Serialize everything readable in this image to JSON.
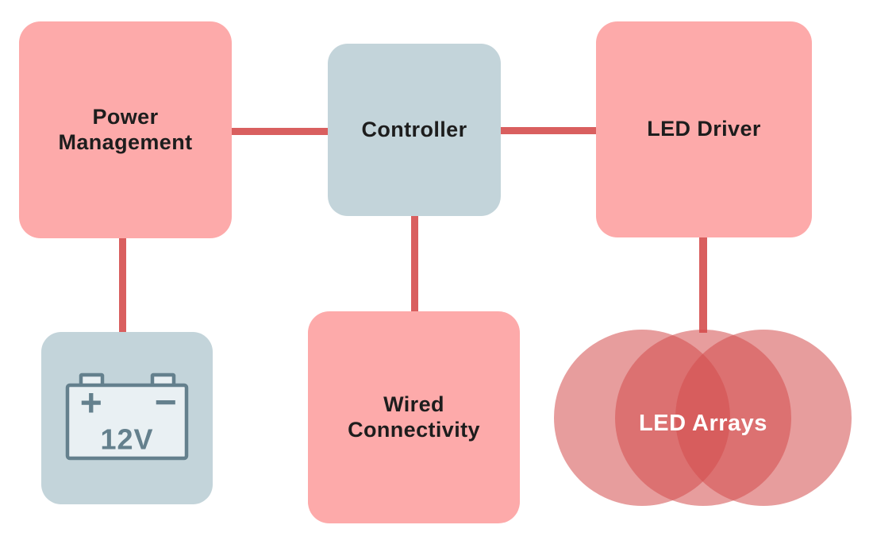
{
  "diagram": {
    "nodes": {
      "power_management": {
        "label": "Power Management",
        "shape": "rounded-square",
        "fill": "pink"
      },
      "controller": {
        "label": "Controller",
        "shape": "rounded-square",
        "fill": "blue-gray"
      },
      "led_driver": {
        "label": "LED Driver",
        "shape": "rounded-square",
        "fill": "pink"
      },
      "battery": {
        "voltage": "12V",
        "plus_symbol": "+",
        "minus_symbol": "−",
        "shape": "rounded-square",
        "fill": "blue-gray",
        "icon": "battery-icon"
      },
      "wired_connectivity": {
        "label": "Wired Connectivity",
        "shape": "rounded-square",
        "fill": "pink"
      },
      "led_arrays": {
        "label": "LED Arrays",
        "shape": "three-overlapping-circles",
        "fill": "translucent-red"
      }
    },
    "edges": [
      {
        "from": "power_management",
        "to": "controller"
      },
      {
        "from": "controller",
        "to": "led_driver"
      },
      {
        "from": "power_management",
        "to": "battery"
      },
      {
        "from": "controller",
        "to": "wired_connectivity"
      },
      {
        "from": "led_driver",
        "to": "led_arrays"
      }
    ],
    "colors": {
      "pink_block": "#FDAAAA",
      "blue_block": "#C3D4DA",
      "connector": "#D95F5F",
      "circle_fill": "rgba(211,76,76,0.55)",
      "label_dark": "#1D1D1D",
      "label_light": "#FFFFFF",
      "battery_stroke": "#64808D",
      "battery_fill": "#E9F0F3"
    }
  }
}
